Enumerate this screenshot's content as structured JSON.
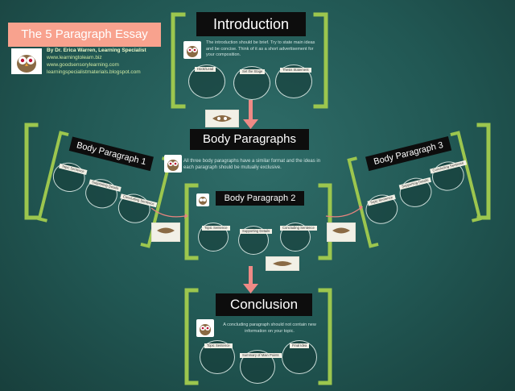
{
  "header": {
    "title": "The 5 Paragraph Essay",
    "author": "By Dr. Erica Warren, Learning Specialist",
    "links": [
      "www.learningtolearn.biz",
      "www.goodsensorylearning.com",
      "learningspecialistmaterials.blogspot.com"
    ]
  },
  "intro": {
    "title": "Introduction",
    "text": "The introduction should be brief. Try to state main ideas and be concise. Think of it as a short advertisement for your composition.",
    "parts": [
      "Hook/Lead",
      "Set the Stage",
      "Thesis Statement"
    ]
  },
  "body": {
    "title": "Body Paragraphs",
    "text": "All three body paragraphs have a similar format and the ideas in each paragraph should be mutually exclusive.",
    "p1": {
      "title": "Body Paragraph 1",
      "parts": [
        "Topic Sentence",
        "Supporting Details",
        "Concluding Sentence"
      ]
    },
    "p2": {
      "title": "Body Paragraph 2",
      "parts": [
        "Topic Sentence",
        "Supporting Details",
        "Concluding Sentence"
      ]
    },
    "p3": {
      "title": "Body Paragraph 3",
      "parts": [
        "Topic Sentence",
        "Supporting Details",
        "Concluding Sentence"
      ]
    }
  },
  "conclusion": {
    "title": "Conclusion",
    "text": "A concluding paragraph should not contain new information on your topic.",
    "parts": [
      "Topic Sentence",
      "Summary of Main Points",
      "Final Idea"
    ]
  },
  "colors": {
    "background": "#215753",
    "bracket": "#9cc64e",
    "arrow": "#ef8a86",
    "badge": "#f8a28e",
    "header_bg": "#0d0d0d"
  },
  "icons": [
    "owl-icon",
    "bracket-frame",
    "arrow-down",
    "curved-arrow"
  ]
}
